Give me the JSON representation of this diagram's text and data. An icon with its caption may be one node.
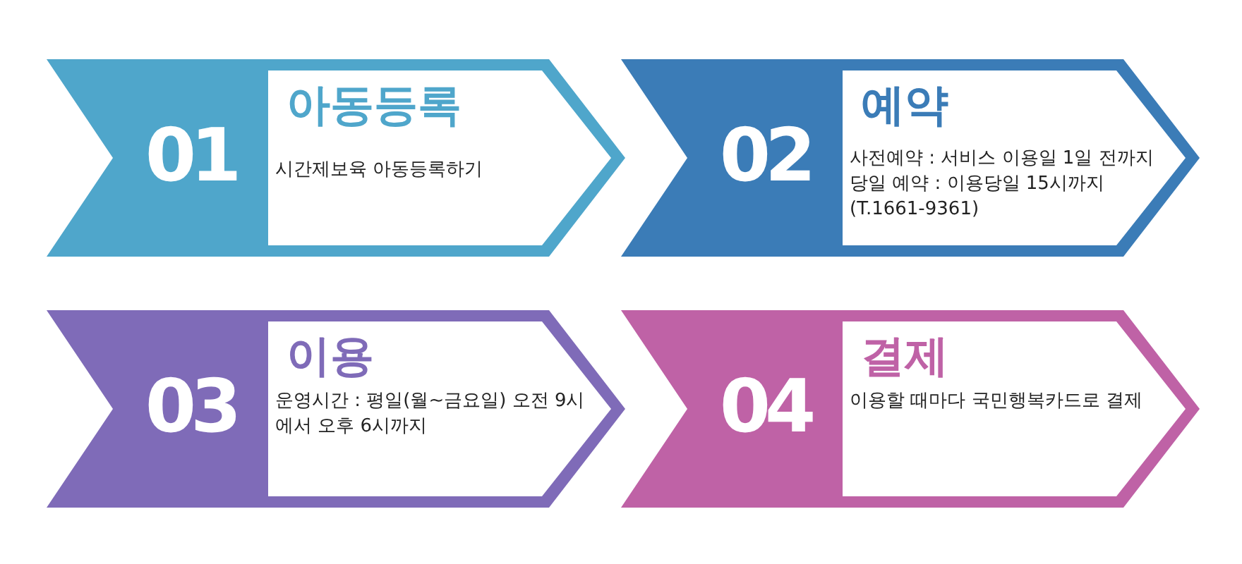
{
  "diagram": {
    "nodes": [
      {
        "text": [
          "01",
          "아동등록",
          "시간제보육 아동등록하기"
        ]
      },
      {
        "text": [
          "02",
          "예약",
          "사전예약 : 서비스 이용일 1일 전까지",
          "당일 예약 : 이용당일 15시까지 (T.1661-9361)"
        ]
      },
      {
        "text": [
          "03",
          "이용",
          "운영시간 : 평일(월~금요일) 오전 9시에서 오후 6시까지"
        ]
      },
      {
        "text": [
          "04",
          "결제",
          "이용할 때마다 국민행복카드로 결제"
        ]
      }
    ]
  }
}
